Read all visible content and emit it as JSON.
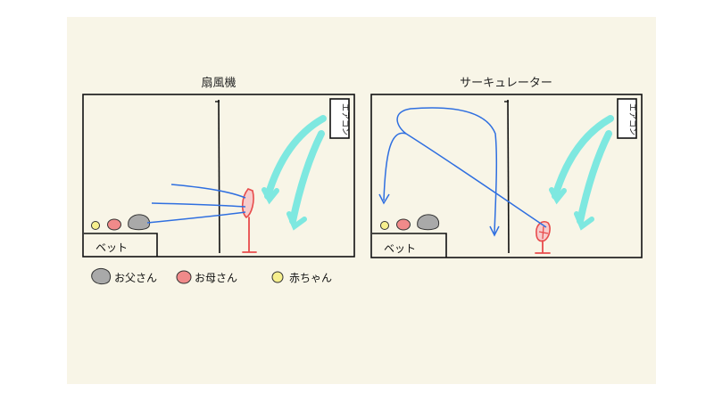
{
  "panels": [
    {
      "title": "扇風機",
      "bed_label": "ベット",
      "ac_label": "エアコン"
    },
    {
      "title": "サーキュレーター",
      "bed_label": "ベット",
      "ac_label": "エアコン"
    }
  ],
  "legend": [
    {
      "label": "お父さん",
      "color": "#a9a9a9"
    },
    {
      "label": "お母さん",
      "color": "#f08a8a"
    },
    {
      "label": "赤ちゃん",
      "color": "#f6ef8e"
    }
  ],
  "colors": {
    "airflow": "#2f6fe0",
    "aircon": "#7ee8e0",
    "device": "#e84c4c",
    "outline": "#111111"
  }
}
